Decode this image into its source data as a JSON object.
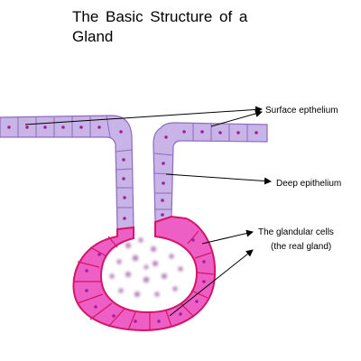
{
  "title": "The  Basic Structure  of   a Gland",
  "labels": {
    "surface_epithelium": "Surface epthelium",
    "deep_epithelium": "Deep epithelium",
    "glandular_cells_line1": "The glandular cells",
    "glandular_cells_line2": "(the real gland)"
  },
  "colors": {
    "epithelium_fill": "#c8b4e6",
    "epithelium_stroke": "#8c6cc0",
    "nucleus": "#a0209a",
    "gland_fill": "#ee5fc6",
    "gland_stroke": "#d41466",
    "secretion": "#b07ab0",
    "arrow": "#000000"
  }
}
